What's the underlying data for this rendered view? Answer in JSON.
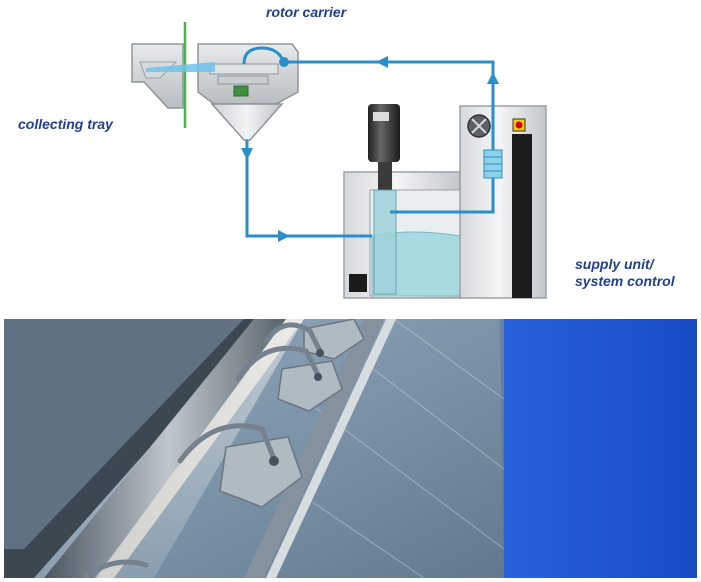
{
  "labels": {
    "rotor_carrier": "rotor carrier",
    "collecting_tray": "collecting tray",
    "supply_unit_line1": "supply unit/",
    "supply_unit_line2": "system control"
  },
  "colors": {
    "flow_line": "#2a8fc8",
    "label_text": "#1f3f8f",
    "tray_divider": "#4caf50",
    "tank_liquid": "#a8dbe0",
    "photo_blue": "#1f5fe0"
  }
}
